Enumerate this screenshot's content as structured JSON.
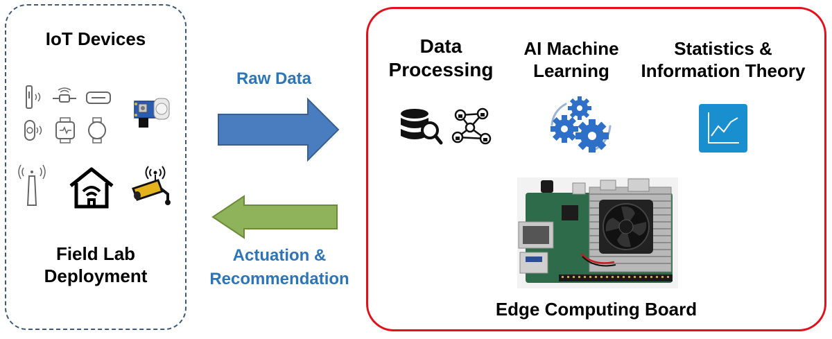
{
  "iot": {
    "title": "IoT Devices",
    "footer_line1": "Field Lab",
    "footer_line2": "Deployment"
  },
  "arrows": {
    "raw_data": "Raw Data",
    "actuation_line1": "Actuation &",
    "actuation_line2": "Recommendation",
    "raw_color": "#4a7dbf",
    "actuation_color": "#8fb35a"
  },
  "edge": {
    "col1_line1": "Data",
    "col1_line2": "Processing",
    "col2_line1": "AI Machine",
    "col2_line2": "Learning",
    "col3_line1": "Statistics &",
    "col3_line2": "Information Theory",
    "board_label": "Edge Computing Board",
    "border_color": "#e0111b"
  },
  "icons": {
    "data_processing": [
      "database-search-icon",
      "network-lock-icon"
    ],
    "ml": "gears-icon",
    "stats": "line-chart-icon",
    "board": "edge-board-image"
  }
}
